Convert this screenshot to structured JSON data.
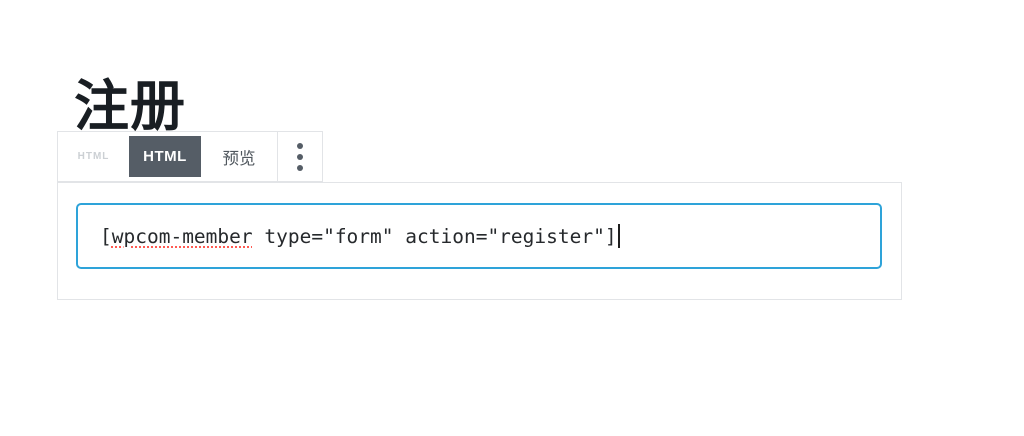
{
  "title": {
    "text": "注册"
  },
  "toolbar": {
    "block_type_label": "HTML",
    "tabs": [
      {
        "label": "HTML",
        "active": true
      },
      {
        "label": "预览",
        "active": false
      }
    ],
    "more_menu_icon": "kebab-vertical-icon"
  },
  "html_block": {
    "code_open": "[",
    "code_shortcode_name": "wpcom-member",
    "code_rest": " type=\"form\" action=\"register\"]",
    "full_code": "[wpcom-member type=\"form\" action=\"register\"]"
  },
  "colors": {
    "textarea_focus_border": "#2ea3d9",
    "active_tab_background": "#555d66",
    "toolbar_border": "#e2e4e7",
    "spellcheck_underline": "#ff5a52",
    "title_text": "#191e23",
    "code_text": "#26292c",
    "block_type_label": "#ccd0d4"
  }
}
